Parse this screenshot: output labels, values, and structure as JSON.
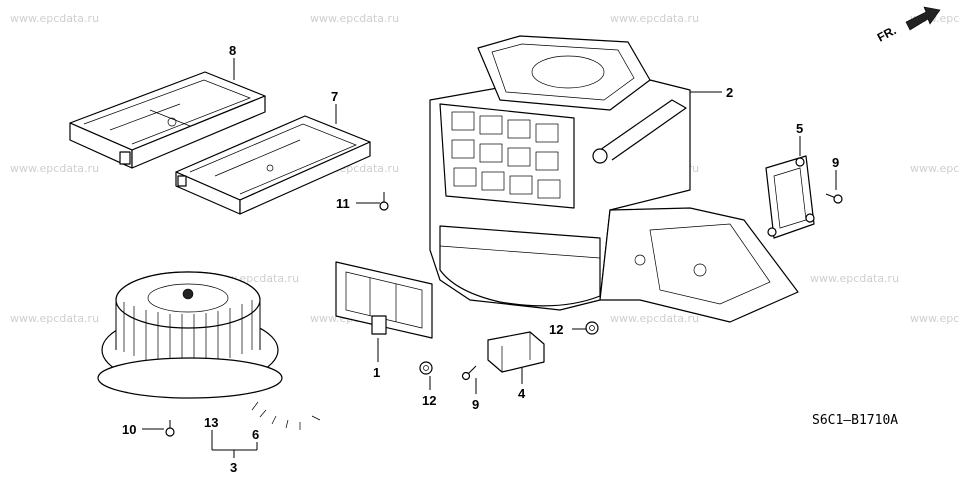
{
  "watermark": "www.epcdata.ru",
  "direction_marker": "FR.",
  "diagram_code": "S6C1—B1710A",
  "callouts": {
    "c1": "1",
    "c2": "2",
    "c3": "3",
    "c4": "4",
    "c5": "5",
    "c6": "6",
    "c7": "7",
    "c8": "8",
    "c9a": "9",
    "c9b": "9",
    "c10": "10",
    "c11": "11",
    "c12a": "12",
    "c12b": "12",
    "c13": "13"
  }
}
